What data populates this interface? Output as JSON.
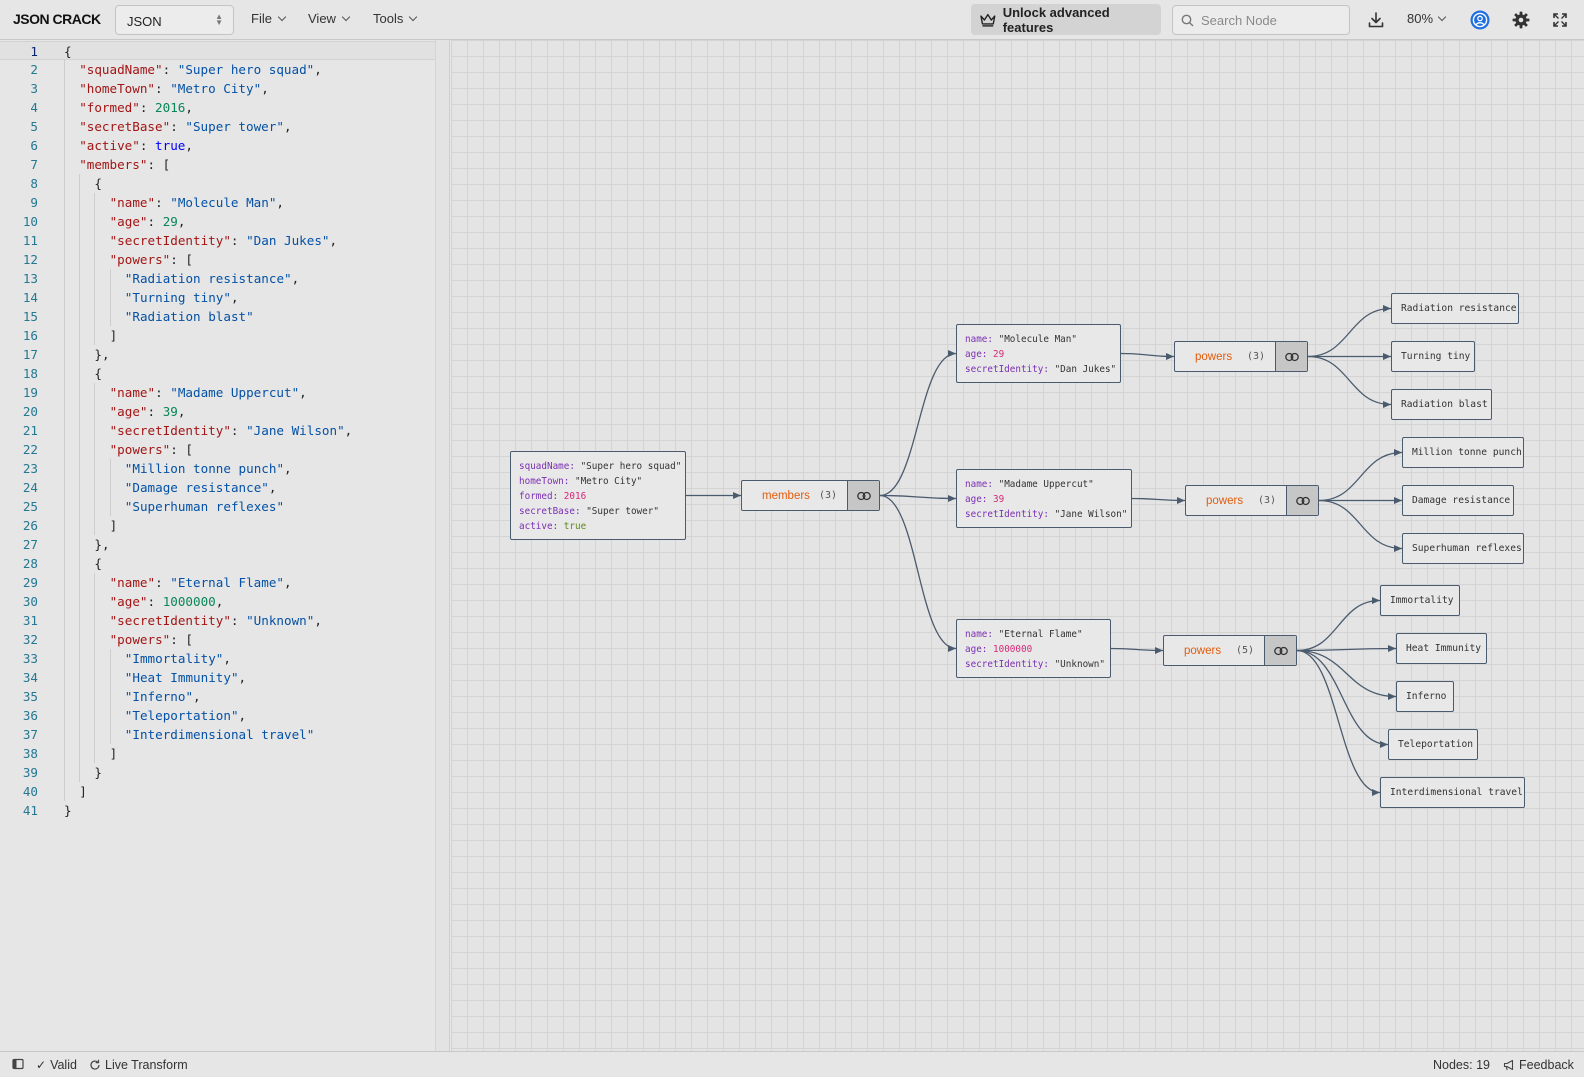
{
  "app": {
    "logo": "JSON CRACK",
    "format": "JSON"
  },
  "menus": {
    "file": "File",
    "view": "View",
    "tools": "Tools"
  },
  "toolbar": {
    "unlock_label": "Unlock advanced features",
    "search_placeholder": "Search Node",
    "zoom": "80%"
  },
  "editor": {
    "lines": [
      {
        "n": "1",
        "i": 0,
        "t": [
          [
            "p",
            "{"
          ]
        ]
      },
      {
        "n": "2",
        "i": 1,
        "t": [
          [
            "k",
            "\"squadName\""
          ],
          [
            "p",
            ": "
          ],
          [
            "s",
            "\"Super hero squad\""
          ],
          [
            "p",
            ","
          ]
        ]
      },
      {
        "n": "3",
        "i": 1,
        "t": [
          [
            "k",
            "\"homeTown\""
          ],
          [
            "p",
            ": "
          ],
          [
            "s",
            "\"Metro City\""
          ],
          [
            "p",
            ","
          ]
        ]
      },
      {
        "n": "4",
        "i": 1,
        "t": [
          [
            "k",
            "\"formed\""
          ],
          [
            "p",
            ": "
          ],
          [
            "n",
            "2016"
          ],
          [
            "p",
            ","
          ]
        ]
      },
      {
        "n": "5",
        "i": 1,
        "t": [
          [
            "k",
            "\"secretBase\""
          ],
          [
            "p",
            ": "
          ],
          [
            "s",
            "\"Super tower\""
          ],
          [
            "p",
            ","
          ]
        ]
      },
      {
        "n": "6",
        "i": 1,
        "t": [
          [
            "k",
            "\"active\""
          ],
          [
            "p",
            ": "
          ],
          [
            "b",
            "true"
          ],
          [
            "p",
            ","
          ]
        ]
      },
      {
        "n": "7",
        "i": 1,
        "t": [
          [
            "k",
            "\"members\""
          ],
          [
            "p",
            ": ["
          ]
        ]
      },
      {
        "n": "8",
        "i": 2,
        "t": [
          [
            "p",
            "{"
          ]
        ]
      },
      {
        "n": "9",
        "i": 3,
        "t": [
          [
            "k",
            "\"name\""
          ],
          [
            "p",
            ": "
          ],
          [
            "s",
            "\"Molecule Man\""
          ],
          [
            "p",
            ","
          ]
        ]
      },
      {
        "n": "10",
        "i": 3,
        "t": [
          [
            "k",
            "\"age\""
          ],
          [
            "p",
            ": "
          ],
          [
            "n",
            "29"
          ],
          [
            "p",
            ","
          ]
        ]
      },
      {
        "n": "11",
        "i": 3,
        "t": [
          [
            "k",
            "\"secretIdentity\""
          ],
          [
            "p",
            ": "
          ],
          [
            "s",
            "\"Dan Jukes\""
          ],
          [
            "p",
            ","
          ]
        ]
      },
      {
        "n": "12",
        "i": 3,
        "t": [
          [
            "k",
            "\"powers\""
          ],
          [
            "p",
            ": ["
          ]
        ]
      },
      {
        "n": "13",
        "i": 4,
        "t": [
          [
            "s",
            "\"Radiation resistance\""
          ],
          [
            "p",
            ","
          ]
        ]
      },
      {
        "n": "14",
        "i": 4,
        "t": [
          [
            "s",
            "\"Turning tiny\""
          ],
          [
            "p",
            ","
          ]
        ]
      },
      {
        "n": "15",
        "i": 4,
        "t": [
          [
            "s",
            "\"Radiation blast\""
          ]
        ]
      },
      {
        "n": "16",
        "i": 3,
        "t": [
          [
            "p",
            "]"
          ]
        ]
      },
      {
        "n": "17",
        "i": 2,
        "t": [
          [
            "p",
            "},"
          ]
        ]
      },
      {
        "n": "18",
        "i": 2,
        "t": [
          [
            "p",
            "{"
          ]
        ]
      },
      {
        "n": "19",
        "i": 3,
        "t": [
          [
            "k",
            "\"name\""
          ],
          [
            "p",
            ": "
          ],
          [
            "s",
            "\"Madame Uppercut\""
          ],
          [
            "p",
            ","
          ]
        ]
      },
      {
        "n": "20",
        "i": 3,
        "t": [
          [
            "k",
            "\"age\""
          ],
          [
            "p",
            ": "
          ],
          [
            "n",
            "39"
          ],
          [
            "p",
            ","
          ]
        ]
      },
      {
        "n": "21",
        "i": 3,
        "t": [
          [
            "k",
            "\"secretIdentity\""
          ],
          [
            "p",
            ": "
          ],
          [
            "s",
            "\"Jane Wilson\""
          ],
          [
            "p",
            ","
          ]
        ]
      },
      {
        "n": "22",
        "i": 3,
        "t": [
          [
            "k",
            "\"powers\""
          ],
          [
            "p",
            ": ["
          ]
        ]
      },
      {
        "n": "23",
        "i": 4,
        "t": [
          [
            "s",
            "\"Million tonne punch\""
          ],
          [
            "p",
            ","
          ]
        ]
      },
      {
        "n": "24",
        "i": 4,
        "t": [
          [
            "s",
            "\"Damage resistance\""
          ],
          [
            "p",
            ","
          ]
        ]
      },
      {
        "n": "25",
        "i": 4,
        "t": [
          [
            "s",
            "\"Superhuman reflexes\""
          ]
        ]
      },
      {
        "n": "26",
        "i": 3,
        "t": [
          [
            "p",
            "]"
          ]
        ]
      },
      {
        "n": "27",
        "i": 2,
        "t": [
          [
            "p",
            "},"
          ]
        ]
      },
      {
        "n": "28",
        "i": 2,
        "t": [
          [
            "p",
            "{"
          ]
        ]
      },
      {
        "n": "29",
        "i": 3,
        "t": [
          [
            "k",
            "\"name\""
          ],
          [
            "p",
            ": "
          ],
          [
            "s",
            "\"Eternal Flame\""
          ],
          [
            "p",
            ","
          ]
        ]
      },
      {
        "n": "30",
        "i": 3,
        "t": [
          [
            "k",
            "\"age\""
          ],
          [
            "p",
            ": "
          ],
          [
            "n",
            "1000000"
          ],
          [
            "p",
            ","
          ]
        ]
      },
      {
        "n": "31",
        "i": 3,
        "t": [
          [
            "k",
            "\"secretIdentity\""
          ],
          [
            "p",
            ": "
          ],
          [
            "s",
            "\"Unknown\""
          ],
          [
            "p",
            ","
          ]
        ]
      },
      {
        "n": "32",
        "i": 3,
        "t": [
          [
            "k",
            "\"powers\""
          ],
          [
            "p",
            ": ["
          ]
        ]
      },
      {
        "n": "33",
        "i": 4,
        "t": [
          [
            "s",
            "\"Immortality\""
          ],
          [
            "p",
            ","
          ]
        ]
      },
      {
        "n": "34",
        "i": 4,
        "t": [
          [
            "s",
            "\"Heat Immunity\""
          ],
          [
            "p",
            ","
          ]
        ]
      },
      {
        "n": "35",
        "i": 4,
        "t": [
          [
            "s",
            "\"Inferno\""
          ],
          [
            "p",
            ","
          ]
        ]
      },
      {
        "n": "36",
        "i": 4,
        "t": [
          [
            "s",
            "\"Teleportation\""
          ],
          [
            "p",
            ","
          ]
        ]
      },
      {
        "n": "37",
        "i": 4,
        "t": [
          [
            "s",
            "\"Interdimensional travel\""
          ]
        ]
      },
      {
        "n": "38",
        "i": 3,
        "t": [
          [
            "p",
            "]"
          ]
        ]
      },
      {
        "n": "39",
        "i": 2,
        "t": [
          [
            "p",
            "}"
          ]
        ]
      },
      {
        "n": "40",
        "i": 1,
        "t": [
          [
            "p",
            "]"
          ]
        ]
      },
      {
        "n": "41",
        "i": 0,
        "t": [
          [
            "p",
            "}"
          ]
        ]
      }
    ]
  },
  "graph": {
    "root": [
      {
        "k": "squadName",
        "v": "\"Super hero squad\"",
        "t": "s"
      },
      {
        "k": "homeTown",
        "v": "\"Metro City\"",
        "t": "s"
      },
      {
        "k": "formed",
        "v": "2016",
        "t": "n"
      },
      {
        "k": "secretBase",
        "v": "\"Super tower\"",
        "t": "s"
      },
      {
        "k": "active",
        "v": "true",
        "t": "b"
      }
    ],
    "members": {
      "label": "members",
      "count": "(3)"
    },
    "people": [
      {
        "rows": [
          {
            "k": "name",
            "v": "\"Molecule Man\"",
            "t": "s"
          },
          {
            "k": "age",
            "v": "29",
            "t": "n"
          },
          {
            "k": "secretIdentity",
            "v": "\"Dan Jukes\"",
            "t": "s"
          }
        ],
        "powers": {
          "label": "powers",
          "count": "(3)"
        },
        "items": [
          "Radiation resistance",
          "Turning tiny",
          "Radiation blast"
        ]
      },
      {
        "rows": [
          {
            "k": "name",
            "v": "\"Madame Uppercut\"",
            "t": "s"
          },
          {
            "k": "age",
            "v": "39",
            "t": "n"
          },
          {
            "k": "secretIdentity",
            "v": "\"Jane Wilson\"",
            "t": "s"
          }
        ],
        "powers": {
          "label": "powers",
          "count": "(3)"
        },
        "items": [
          "Million tonne punch",
          "Damage resistance",
          "Superhuman reflexes"
        ]
      },
      {
        "rows": [
          {
            "k": "name",
            "v": "\"Eternal Flame\"",
            "t": "s"
          },
          {
            "k": "age",
            "v": "1000000",
            "t": "n"
          },
          {
            "k": "secretIdentity",
            "v": "\"Unknown\"",
            "t": "s"
          }
        ],
        "powers": {
          "label": "powers",
          "count": "(5)"
        },
        "items": [
          "Immortality",
          "Heat Immunity",
          "Inferno",
          "Teleportation",
          "Interdimensional travel"
        ]
      }
    ]
  },
  "status": {
    "valid": "Valid",
    "live_transform": "Live Transform",
    "nodes": "Nodes: 19",
    "feedback": "Feedback"
  },
  "colors": {
    "key": "#a31515",
    "string": "#0451a5",
    "number": "#098658",
    "boolean": "#0000ff",
    "array_key": "#e25c0b",
    "node_key": "#7b2fb3",
    "node_number": "#d6287a"
  }
}
